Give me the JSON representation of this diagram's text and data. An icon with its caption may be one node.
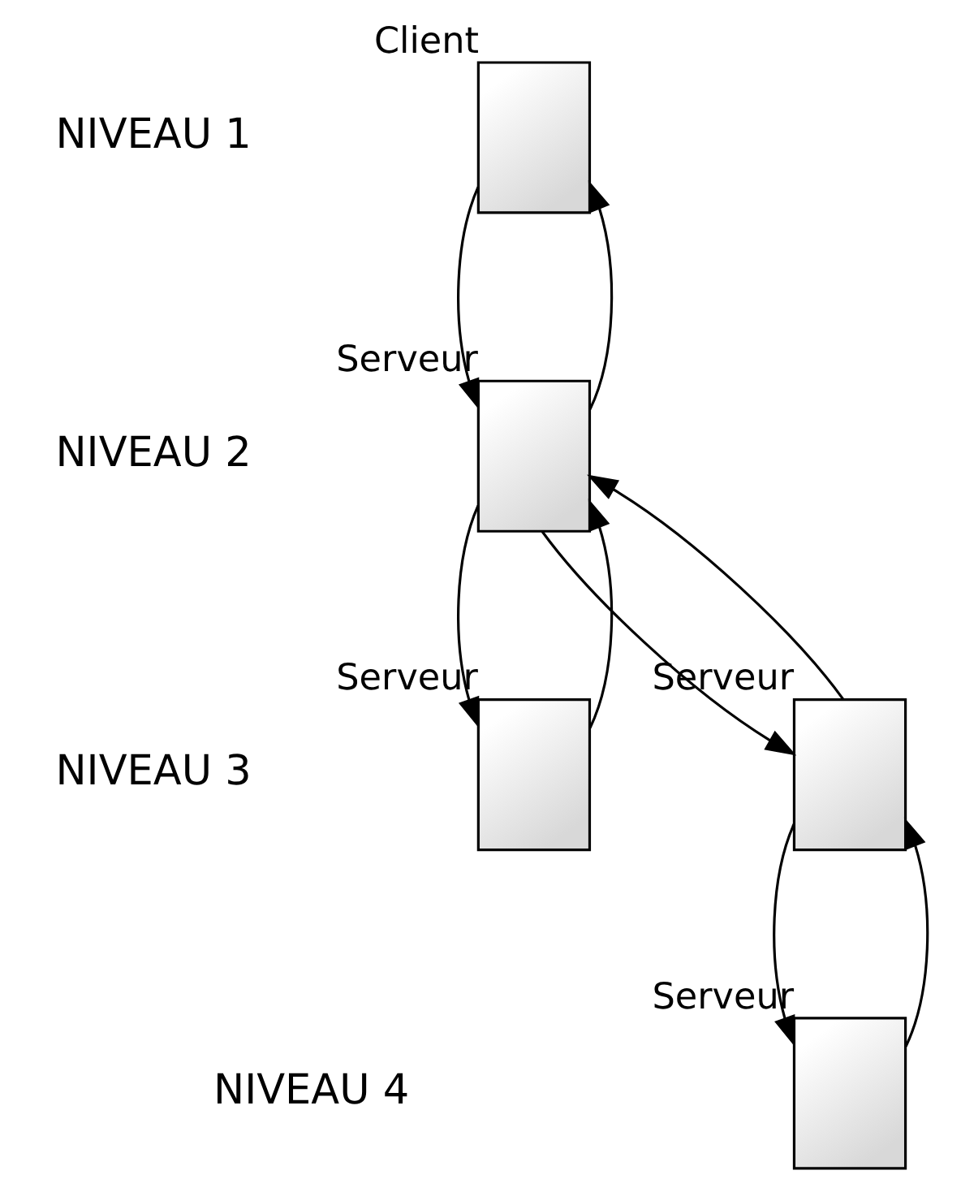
{
  "diagram": {
    "nodes": [
      {
        "text": [],
        "shape": "box",
        "beside": [
          "Client"
        ]
      },
      {
        "text": [],
        "shape": "box",
        "beside": [
          "Serveur"
        ]
      },
      {
        "text": [],
        "shape": "box",
        "beside": [
          "Serveur"
        ]
      },
      {
        "text": [],
        "shape": "box",
        "beside": [
          "Serveur"
        ]
      },
      {
        "text": [],
        "shape": "box",
        "beside": [
          "Serveur"
        ]
      }
    ],
    "edges": [
      {
        "from": 0,
        "to": 1,
        "arrow": "to"
      },
      {
        "from": 1,
        "to": 0,
        "arrow": "to"
      },
      {
        "from": 2,
        "to": 1,
        "arrow": "to"
      },
      {
        "from": 1,
        "to": 2,
        "arrow": "to"
      },
      {
        "from": 1,
        "to": 3,
        "arrow": "to"
      },
      {
        "from": 3,
        "to": 1,
        "arrow": "to"
      },
      {
        "from": 3,
        "to": 4,
        "arrow": "to"
      },
      {
        "from": 4,
        "to": 3,
        "arrow": "to"
      }
    ],
    "labels": [
      "NIVEAU 1",
      "NIVEAU 2",
      "NIVEAU 3",
      "NIVEAU 4"
    ]
  }
}
